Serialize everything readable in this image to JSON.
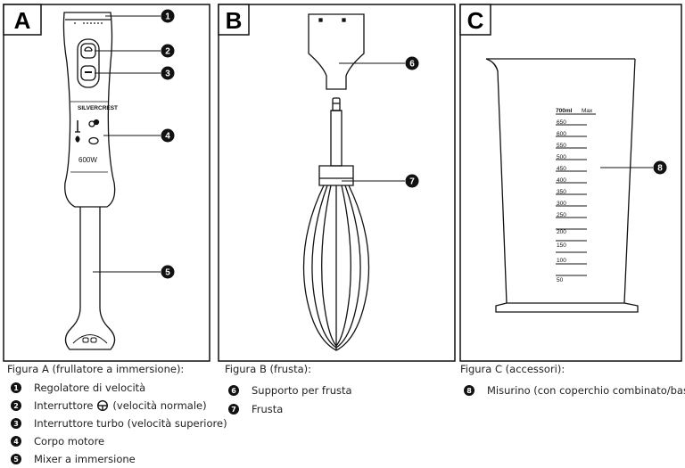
{
  "panels": [
    {
      "letter": "A"
    },
    {
      "letter": "B"
    },
    {
      "letter": "C"
    }
  ],
  "callouts": [
    "1",
    "2",
    "3",
    "4",
    "5",
    "6",
    "7",
    "8"
  ],
  "device": {
    "brand": "SILVERCREST",
    "wattage": "600W"
  },
  "cup": {
    "top_label": "700ml",
    "max_label": "Max",
    "scale": [
      "650",
      "600",
      "550",
      "500",
      "450",
      "400",
      "350",
      "300",
      "250",
      "200",
      "150",
      "100",
      "50"
    ]
  },
  "captions": {
    "a_title": "Figura A (frullatore a immersione):",
    "b_title": "Figura B (frusta):",
    "c_title": "Figura C (accessori):"
  },
  "legend_a": [
    {
      "n": "1",
      "text": "Regolatore di velocità"
    },
    {
      "n": "2",
      "text_before": "Interruttore",
      "text_after": "(velocità normale)"
    },
    {
      "n": "3",
      "text": "Interruttore turbo (velocità superiore)"
    },
    {
      "n": "4",
      "text": "Corpo motore"
    },
    {
      "n": "5",
      "text": "Mixer a immersione"
    }
  ],
  "legend_b": [
    {
      "n": "6",
      "text": "Supporto per frusta"
    },
    {
      "n": "7",
      "text": "Frusta"
    }
  ],
  "legend_c": [
    {
      "n": "8",
      "text": "Misurino (con coperchio combinato/base)"
    }
  ]
}
